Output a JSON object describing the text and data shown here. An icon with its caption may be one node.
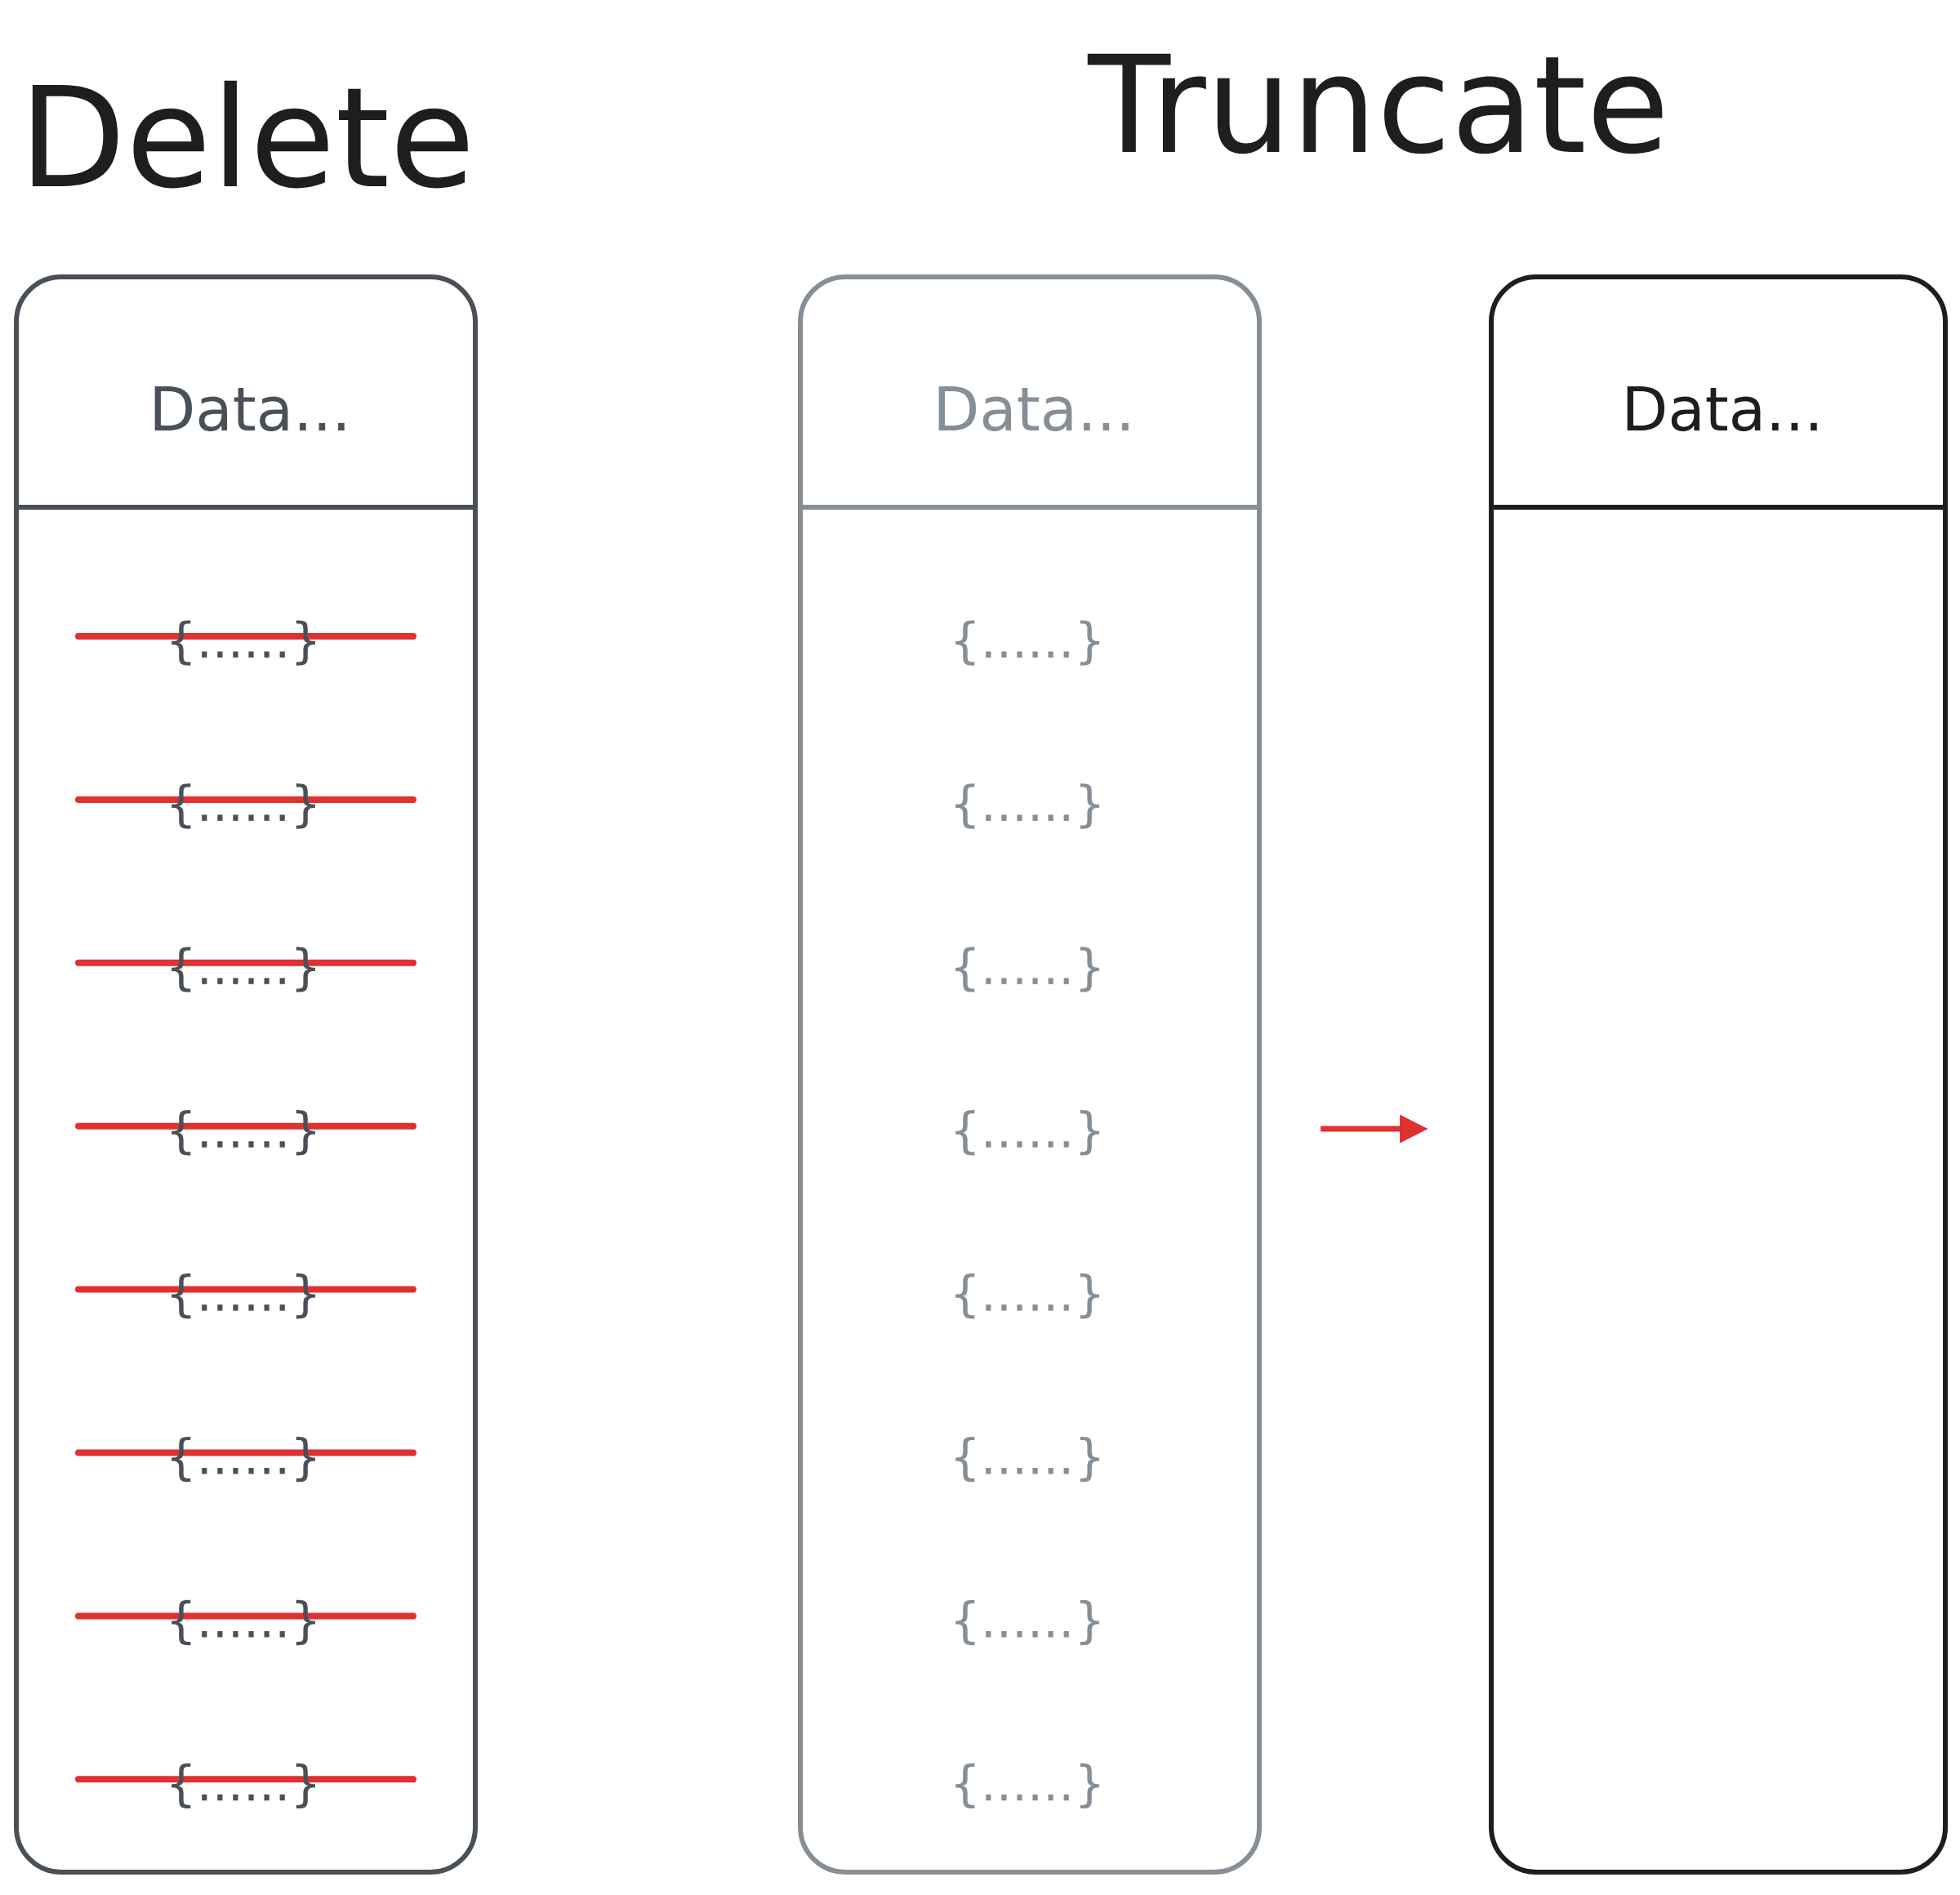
{
  "diagram": {
    "nodes": [
      {
        "text": [
          "Data...",
          "{......}",
          "{......}",
          "{......}",
          "{......}",
          "{......}",
          "{......}",
          "{......}",
          "{......}"
        ]
      },
      {
        "text": [
          "Data...",
          "{......}",
          "{......}",
          "{......}",
          "{......}",
          "{......}",
          "{......}",
          "{......}",
          "{......}"
        ]
      },
      {
        "text": [
          "Data..."
        ]
      }
    ],
    "edges": [
      {
        "from": 1,
        "to": 2,
        "arrow": "to",
        "color": "#e03131"
      }
    ],
    "labels": [
      "Delete",
      "Truncate"
    ]
  }
}
